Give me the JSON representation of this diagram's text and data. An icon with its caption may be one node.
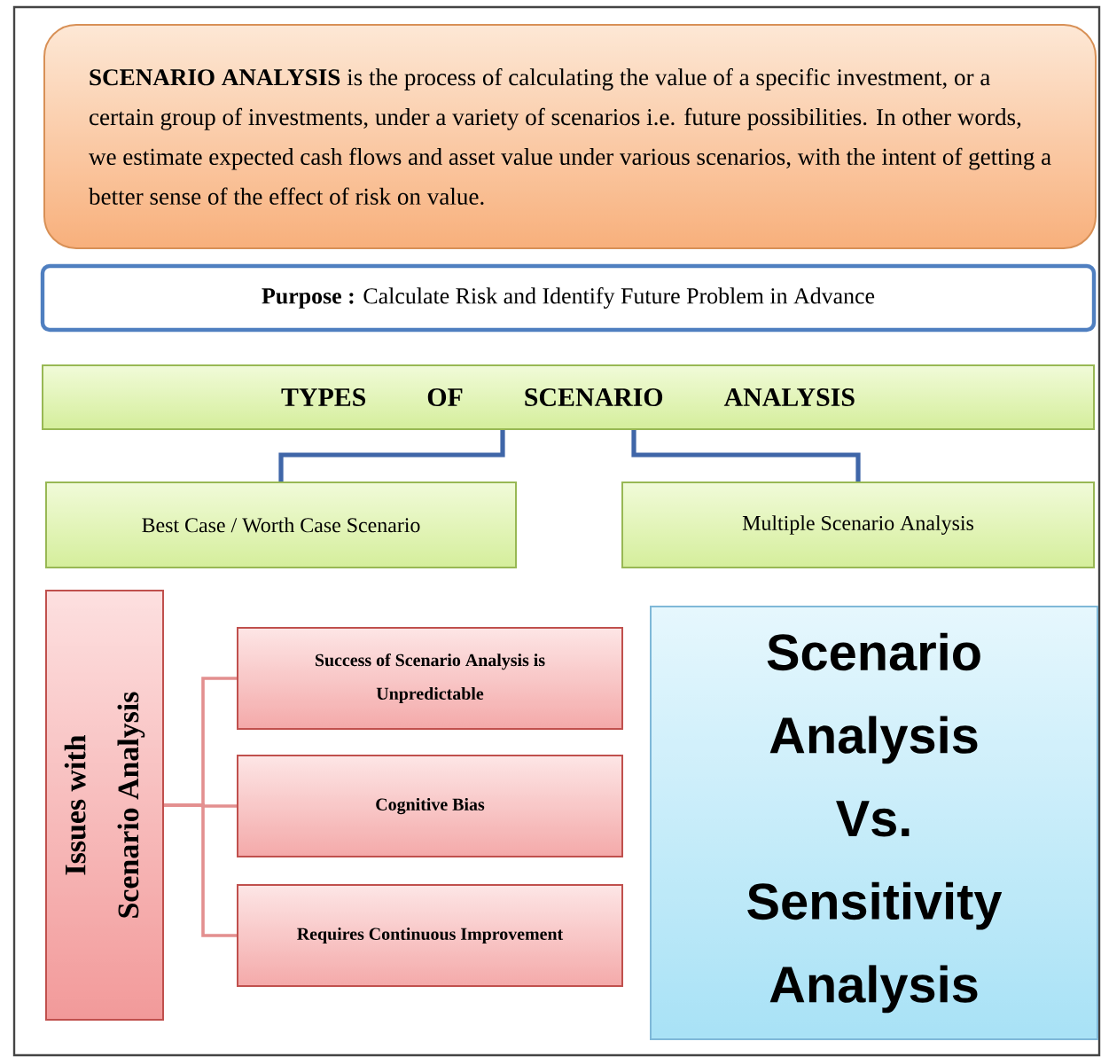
{
  "diagram": {
    "nodes": [
      {
        "text": [
          "**SCENARIO ANALYSIS** is the process of calculating the value of a specific investment, or a certain group of investments, under a variety of scenarios i.e. future possibilities. In other words, we estimate expected cash flows and asset value under various scenarios, with the intent of getting a better sense of the effect of risk on value."
        ]
      },
      {
        "text": [
          "**Purpose :** Calculate Risk and Identify Future Problem in Advance"
        ]
      },
      {
        "text": [
          "TYPES OF SCENARIO ANALYSIS"
        ]
      },
      {
        "text": [
          "Best Case / Worth Case Scenario"
        ]
      },
      {
        "text": [
          "Multiple Scenario Analysis"
        ]
      },
      {
        "text": [
          "Issues with Scenario Analysis"
        ]
      },
      {
        "text": [
          "Success of Scenario Analysis is Unpredictable"
        ]
      },
      {
        "text": [
          "Cognitive Bias"
        ]
      },
      {
        "text": [
          "Requires Continuous Improvement"
        ]
      },
      {
        "text": [
          "Scenario Analysis Vs. Sensitivity Analysis"
        ]
      }
    ],
    "edges": [
      {
        "from": 2,
        "to": 3,
        "arrow": "none",
        "color": "#3f66a8"
      },
      {
        "from": 2,
        "to": 4,
        "arrow": "none",
        "color": "#3f66a8"
      },
      {
        "from": 5,
        "to": 6,
        "arrow": "none"
      },
      {
        "from": 5,
        "to": 7,
        "arrow": "none"
      },
      {
        "from": 5,
        "to": 8,
        "arrow": "none"
      }
    ]
  }
}
